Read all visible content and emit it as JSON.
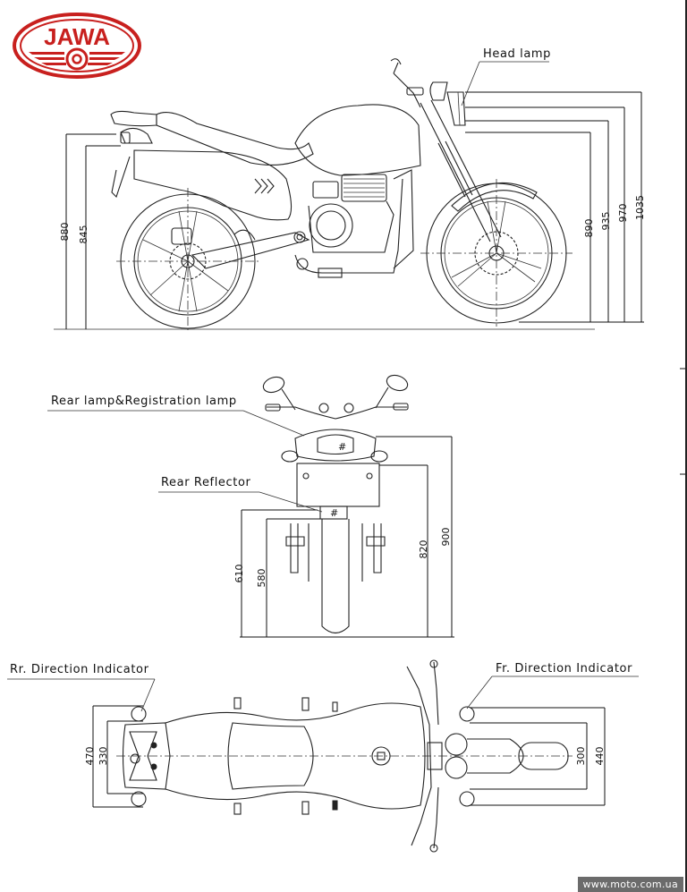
{
  "brand": {
    "name": "JAWA",
    "color": "#c8201e"
  },
  "labels": {
    "head_lamp": "Head lamp",
    "rear_lamp": "Rear lamp&Registration lamp",
    "rear_reflector": "Rear Reflector",
    "rr_direction_indicator": "Rr. Direction Indicator",
    "fr_direction_indicator": "Fr. Direction Indicator"
  },
  "dimensions": {
    "side_view": {
      "rear_left": [
        "880",
        "845"
      ],
      "front_right": [
        "890",
        "935",
        "970",
        "1035"
      ]
    },
    "rear_view": {
      "left": [
        "610",
        "580"
      ],
      "right": [
        "820",
        "900"
      ]
    },
    "top_view": {
      "rear": [
        "470",
        "330"
      ],
      "front": [
        "300",
        "440"
      ]
    }
  },
  "watermark": "www.moto.com.ua"
}
